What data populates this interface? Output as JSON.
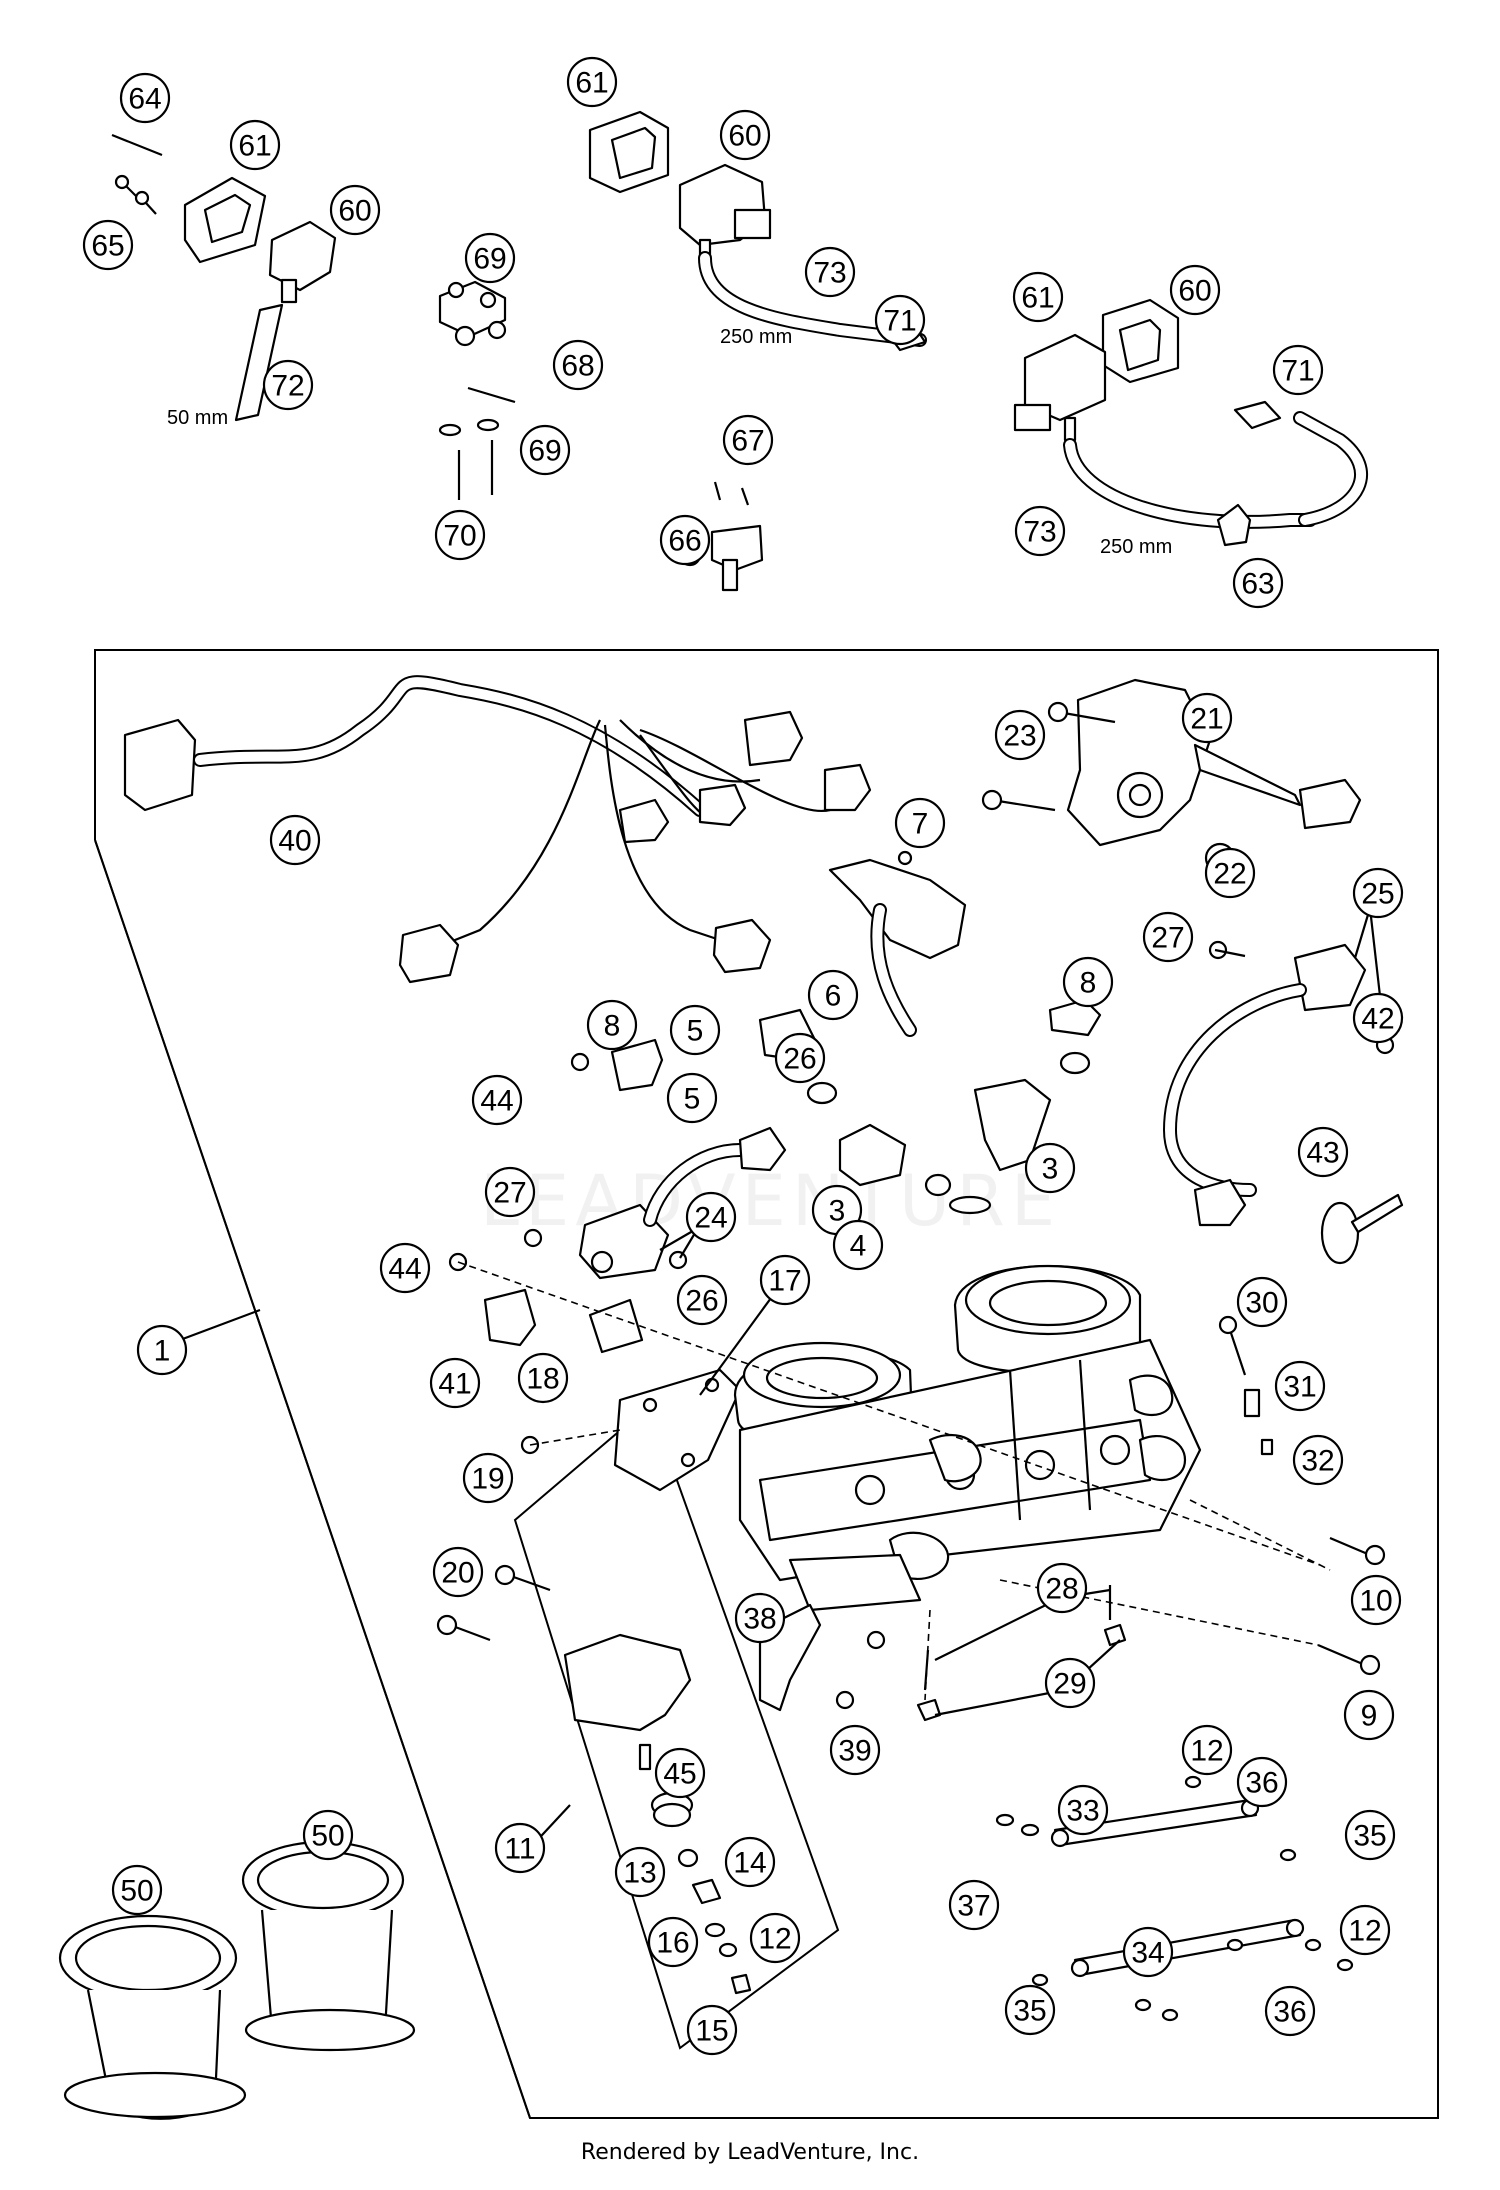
{
  "footer": {
    "text": "Rendered by LeadVenture, Inc."
  },
  "dimensions": {
    "hose_left": "50 mm",
    "hose_center": "250 mm",
    "hose_right": "250 mm"
  },
  "watermark": "LEADVENTURE",
  "callouts": [
    "64",
    "61",
    "60",
    "65",
    "72",
    "61",
    "60",
    "69",
    "68",
    "69",
    "70",
    "73",
    "71",
    "67",
    "66",
    "61",
    "60",
    "71",
    "73",
    "63",
    "23",
    "21",
    "40",
    "7",
    "22",
    "25",
    "27",
    "6",
    "8",
    "5",
    "26",
    "42",
    "8",
    "5",
    "44",
    "3",
    "43",
    "27",
    "3",
    "4",
    "24",
    "26",
    "44",
    "17",
    "30",
    "1",
    "41",
    "18",
    "31",
    "19",
    "32",
    "20",
    "10",
    "28",
    "38",
    "29",
    "9",
    "39",
    "45",
    "12",
    "36",
    "33",
    "35",
    "11",
    "14",
    "13",
    "16",
    "12",
    "37",
    "50",
    "50",
    "34",
    "12",
    "15",
    "35",
    "36"
  ]
}
